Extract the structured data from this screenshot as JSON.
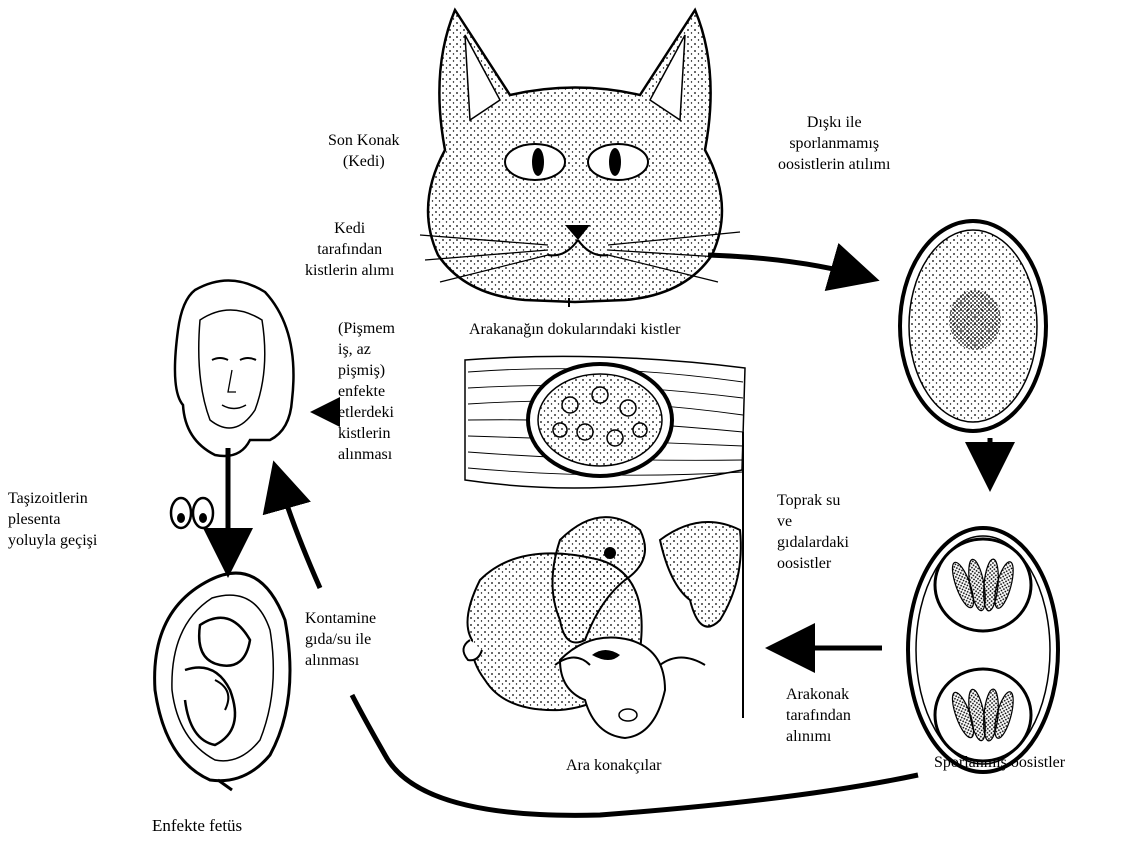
{
  "labels": {
    "son_konak_1": "Son Konak",
    "son_konak_2": "(Kedi)",
    "diski_1": "Dışkı ile",
    "diski_2": "sporlanmamış",
    "diski_3": "oosistlerin atılımı",
    "kedi_alim_1": "Kedi",
    "kedi_alim_2": "tarafından",
    "kedi_alim_3": "kistlerin alımı",
    "doku_kist": "Arakanağın dokularındaki kistler",
    "pismemis_1": "(Pişmem",
    "pismemis_2": "iş, az",
    "pismemis_3": "pişmiş)",
    "pismemis_4": "enfekte",
    "pismemis_5": "etlerdeki",
    "pismemis_6": "kistlerin",
    "pismemis_7": "alınması",
    "tasizoit_1": "Taşizoitlerin",
    "tasizoit_2": "plesenta",
    "tasizoit_3": "yoluyla geçişi",
    "toprak_1": "Toprak su",
    "toprak_2": "ve",
    "toprak_3": "gıdalardaki",
    "toprak_4": "oosistler",
    "kontamine_1": "Kontamine",
    "kontamine_2": "gıda/su ile",
    "kontamine_3": "alınması",
    "arakonak_1": "Arakonak",
    "arakonak_2": "tarafından",
    "arakonak_3": "alınımı",
    "ara_konakcilar": "Ara konakçılar",
    "sporlanmis": "Sporlanmış oosistler",
    "fetus": "Enfekte fetüs"
  }
}
